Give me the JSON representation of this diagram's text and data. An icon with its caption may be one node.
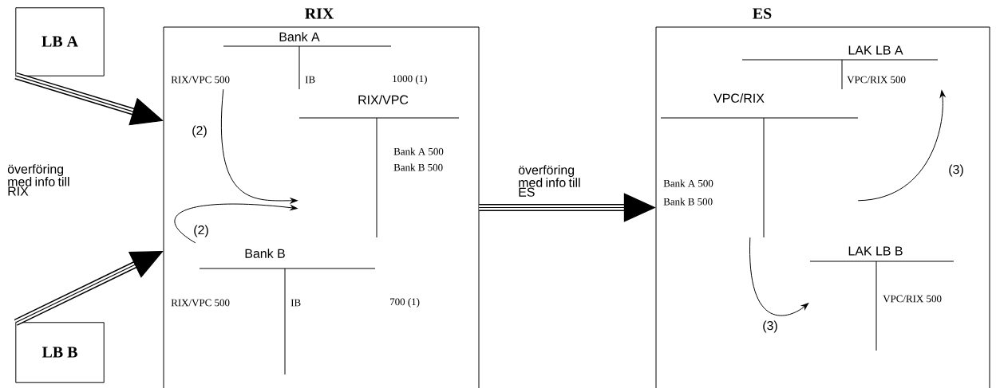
{
  "diagram": {
    "nodes": [
      {
        "text": [
          "LB A"
        ]
      },
      {
        "text": [
          "RIX"
        ]
      },
      {
        "text": [
          "ES"
        ]
      },
      {
        "text": [
          "Bank A",
          "RIX/VPC 500",
          "IB",
          "1000 (1)"
        ],
        "in": 1
      },
      {
        "text": [
          "RIX/VPC",
          "Bank A 500",
          "Bank B 500"
        ],
        "in": 1
      },
      {
        "text": [
          "Bank B",
          "RIX/VPC 500",
          "IB",
          "700 (1)"
        ],
        "in": 1
      },
      {
        "text": [
          "VPC/RIX",
          "Bank A 500",
          "Bank B 500"
        ],
        "in": 2
      },
      {
        "text": [
          "LAK LB A",
          "VPC/RIX 500"
        ],
        "in": 2
      },
      {
        "text": [
          "LAK LB B",
          "VPC/RIX 500"
        ],
        "in": 2
      },
      {
        "text": [
          "LB B"
        ]
      }
    ],
    "edges": [
      {
        "from": 0,
        "to": 1,
        "arrow": "to",
        "style": "thick"
      },
      {
        "from": 9,
        "to": 1,
        "arrow": "to",
        "style": "thick"
      },
      {
        "from": 1,
        "to": 2,
        "arrow": "to",
        "style": "thick",
        "label": "överföring med info till ES"
      },
      {
        "from": 3,
        "to": 4,
        "arrow": "to",
        "label": "(2)"
      },
      {
        "from": 5,
        "to": 4,
        "arrow": "to",
        "label": "(2)"
      },
      {
        "from": 6,
        "to": 7,
        "arrow": "to",
        "label": "(3)"
      },
      {
        "from": 6,
        "to": 8,
        "arrow": "to",
        "label": "(3)"
      }
    ],
    "labels": [
      "överföring med info till RIX"
    ]
  }
}
